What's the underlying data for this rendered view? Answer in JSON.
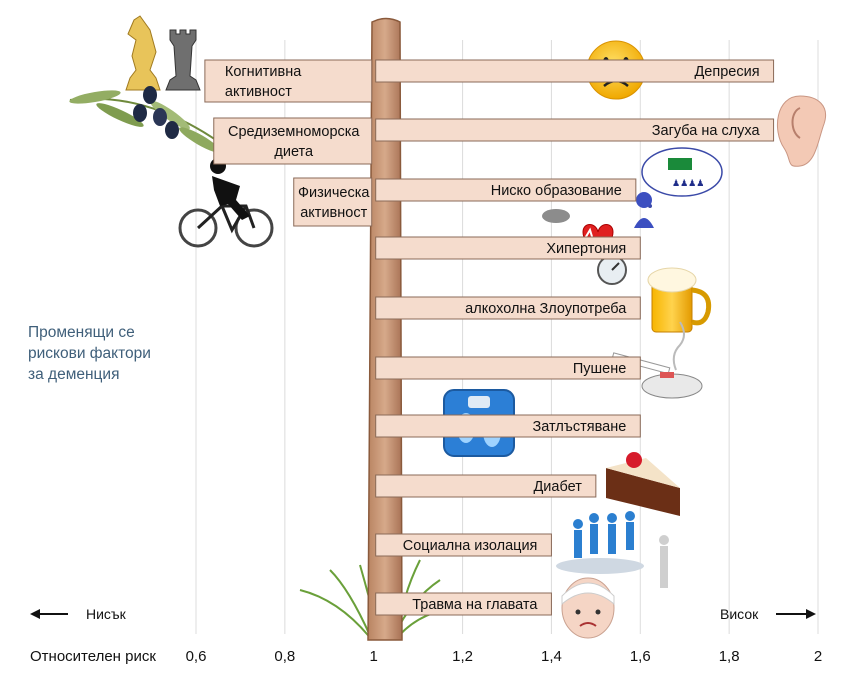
{
  "side_note": [
    "Променящи се",
    "рискови фактори",
    "за деменция"
  ],
  "chart_data": {
    "type": "bar",
    "xlabel": "Относителен риск",
    "xlim": [
      0.6,
      2.0
    ],
    "baseline": 1.0,
    "ticks": [
      {
        "value": 0.6,
        "label": "0,6"
      },
      {
        "value": 0.8,
        "label": "0,8"
      },
      {
        "value": 1.0,
        "label": "1"
      },
      {
        "value": 1.2,
        "label": "1,2"
      },
      {
        "value": 1.4,
        "label": "1,4"
      },
      {
        "value": 1.6,
        "label": "1,6"
      },
      {
        "value": 1.8,
        "label": "1,8"
      },
      {
        "value": 2.0,
        "label": "2"
      }
    ],
    "low_label": "Нисък",
    "high_label": "Висок",
    "protective": [
      {
        "lines": [
          "Когнитивна",
          "активност"
        ],
        "value": 0.62,
        "icon": "chess-pieces-icon"
      },
      {
        "lines": [
          "Средиземноморска",
          "диета"
        ],
        "value": 0.64,
        "icon": "olive-branch-icon"
      },
      {
        "lines": [
          "Физическа",
          "активност"
        ],
        "value": 0.82,
        "icon": "cyclist-icon"
      }
    ],
    "risk": [
      {
        "label": "Депресия",
        "value": 1.9,
        "icon": "sad-face-icon"
      },
      {
        "label": "Загуба на слуха",
        "value": 1.9,
        "icon": "ear-icon"
      },
      {
        "label": "Ниско образование",
        "value": 1.59,
        "icon": "education-icon"
      },
      {
        "label": "Хипертония",
        "value": 1.6,
        "icon": "heart-pressure-icon"
      },
      {
        "label": "алкохолна Злоупотреба",
        "value": 1.6,
        "icon": "beer-mug-icon"
      },
      {
        "label": "Пушене",
        "value": 1.6,
        "icon": "cigarette-ashtray-icon"
      },
      {
        "label": "Затлъстяване",
        "value": 1.6,
        "icon": "scale-icon"
      },
      {
        "label": "Диабет",
        "value": 1.5,
        "icon": "cake-icon"
      },
      {
        "label": "Социална изолация",
        "value": 1.4,
        "icon": "people-group-icon"
      },
      {
        "label": "Травма на главата",
        "value": 1.4,
        "icon": "bandaged-head-icon"
      }
    ]
  }
}
